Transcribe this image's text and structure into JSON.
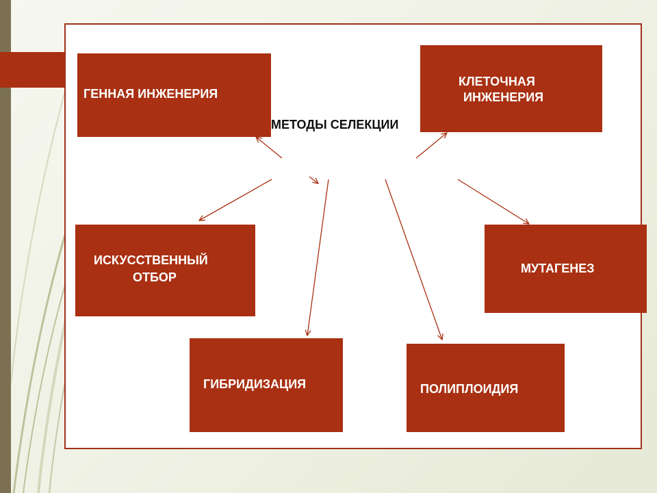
{
  "slide": {
    "accent_color": "#a93012",
    "bar_color": "#7b7152"
  },
  "diagram": {
    "center": "МЕТОДЫ СЕЛЕКЦИИ",
    "nodes": {
      "gene_engineering": "ГЕННАЯ ИНЖЕНЕРИЯ",
      "cell_engineering": [
        "КЛЕТОЧНАЯ",
        "ИНЖЕНЕРИЯ"
      ],
      "artificial_selection": [
        "ИСКУССТВЕННЫЙ",
        "ОТБОР"
      ],
      "mutagenesis": "МУТАГЕНЕЗ",
      "hybridization": "ГИБРИДИЗАЦИЯ",
      "polyploidy": "ПОЛИПЛОИДИЯ"
    }
  }
}
